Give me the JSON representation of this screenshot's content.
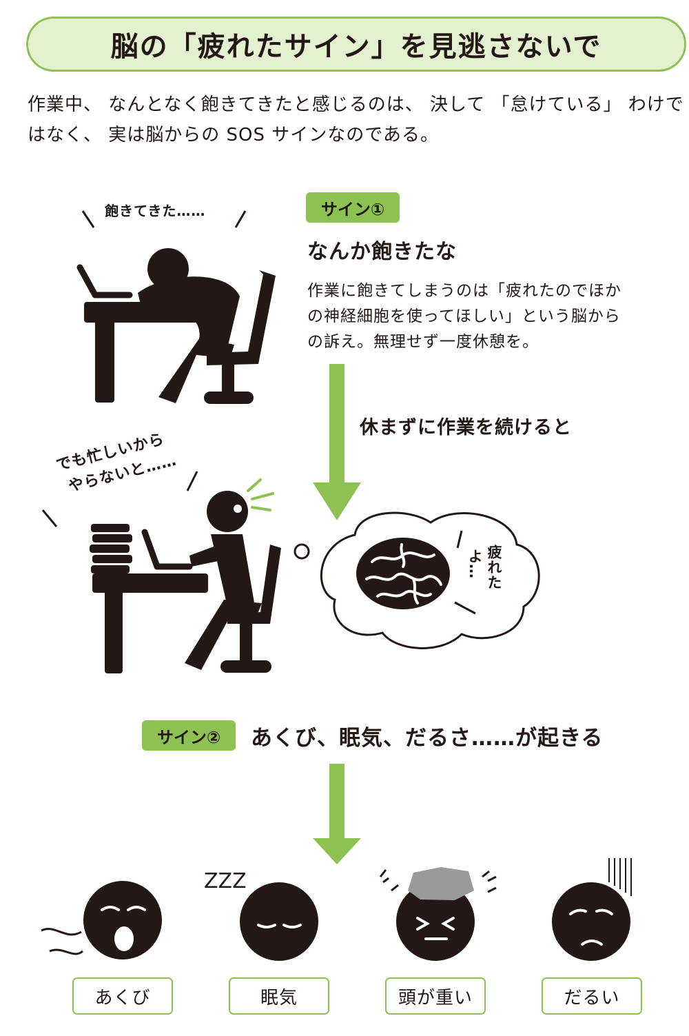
{
  "title": "脳の「疲れたサイン」を見逃さないで",
  "intro": {
    "line1": "作業中、 なんとなく飽きてきたと感じるのは、 決して 「怠けている」 わけで",
    "line2": "はなく、 実は脳からの SOS サインなのである。"
  },
  "sign1": {
    "tag": "サイン①",
    "heading": "なんか飽きたな",
    "body": [
      "作業に飽きてしまうのは「疲れたのでほか",
      "の神経細胞を使ってほしい」という脳から",
      "の訴え。無理せず一度休憩を。"
    ],
    "speech": "飽きてきた……"
  },
  "flow": {
    "continue_label": "休まずに作業を続けると"
  },
  "busy_speech": {
    "line1": "でも忙しいから",
    "line2": "やらないと……"
  },
  "brain_speech": {
    "col1": "疲れた",
    "col2": "よ…"
  },
  "sign2": {
    "tag": "サイン②",
    "text": "あくび、眠気、だるさ……が起きる"
  },
  "symptoms": [
    {
      "label": "あくび",
      "icon": "yawning-face-icon"
    },
    {
      "label": "眠気",
      "icon": "sleepy-face-icon"
    },
    {
      "label": "頭が重い",
      "icon": "heavy-head-face-icon"
    },
    {
      "label": "だるい",
      "icon": "tired-face-icon"
    }
  ],
  "sleep_zzz": "ZZZ",
  "colors": {
    "accent": "#8dc152",
    "accent_light": "#e3f1d0",
    "ink": "#231815",
    "rock": "#9a9a9a"
  }
}
